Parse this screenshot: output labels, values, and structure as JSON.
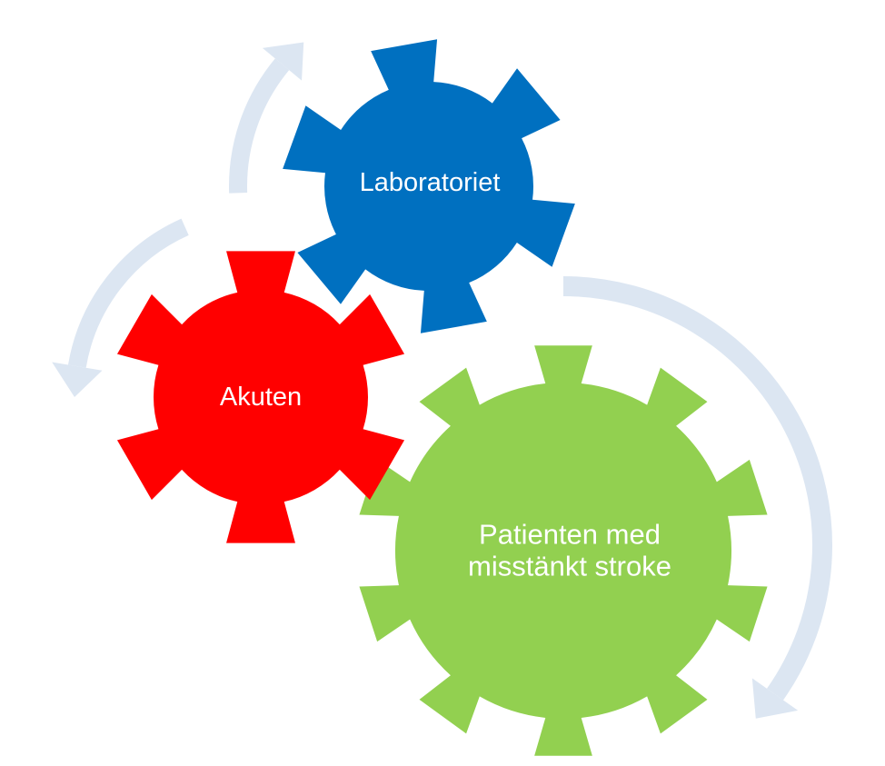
{
  "gears": [
    {
      "id": "laboratoriet",
      "label": "Laboratoriet",
      "color": "#0070C0"
    },
    {
      "id": "akuten",
      "label": "Akuten",
      "color": "#FF0000"
    },
    {
      "id": "patienten",
      "label_line1": "Patienten med",
      "label_line2": "misstänkt stroke",
      "color": "#92D050"
    }
  ],
  "arrow_color": "#DCE6F2"
}
